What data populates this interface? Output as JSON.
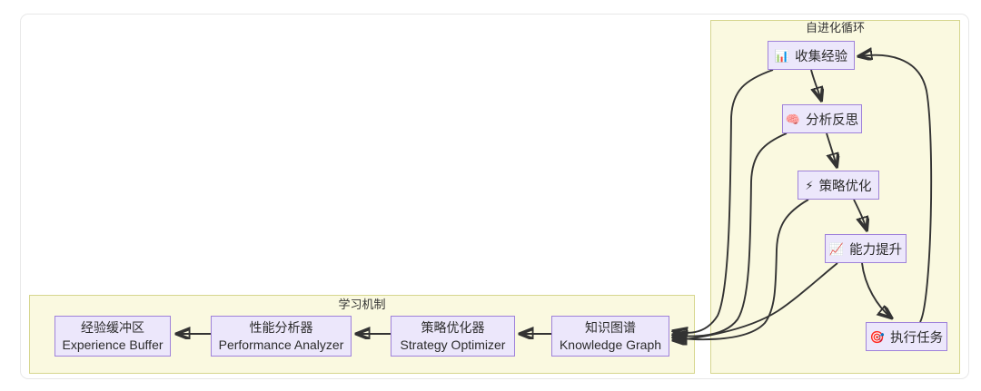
{
  "diagram": {
    "type": "flowchart",
    "title_visible": false,
    "colors": {
      "cluster_fill": "#FAF9E0",
      "cluster_border": "#D6D68E",
      "node_fill": "#ECE7FB",
      "node_border": "#9F82DA",
      "edge": "#333333",
      "frame_border": "#E8E8E8",
      "background": "#FFFFFF"
    }
  },
  "clusters": {
    "evolution": {
      "label": "自进化循环"
    },
    "learning": {
      "label": "学习机制"
    }
  },
  "nodes": {
    "collect": {
      "icon": "bar-chart-icon",
      "glyph": "📊",
      "label": "收集经验"
    },
    "analyze": {
      "icon": "brain-icon",
      "glyph": "🧠",
      "label": "分析反思"
    },
    "optimize": {
      "icon": "lightning-icon",
      "glyph": "⚡",
      "label": "策略优化"
    },
    "improve": {
      "icon": "chart-up-icon",
      "glyph": "📈",
      "label": "能力提升"
    },
    "execute": {
      "icon": "target-icon",
      "glyph": "🎯",
      "label": "执行任务"
    },
    "buffer": {
      "label_zh": "经验缓冲区",
      "label_en": "Experience Buffer"
    },
    "perf": {
      "label_zh": "性能分析器",
      "label_en": "Performance Analyzer"
    },
    "strategy": {
      "label_zh": "策略优化器",
      "label_en": "Strategy Optimizer"
    },
    "kg": {
      "label_zh": "知识图谱",
      "label_en": "Knowledge Graph"
    }
  },
  "edges": [
    {
      "from": "collect",
      "to": "analyze",
      "arrow": "end"
    },
    {
      "from": "analyze",
      "to": "optimize",
      "arrow": "end"
    },
    {
      "from": "optimize",
      "to": "improve",
      "arrow": "end"
    },
    {
      "from": "improve",
      "to": "execute",
      "arrow": "end"
    },
    {
      "from": "execute",
      "to": "collect",
      "arrow": "end"
    },
    {
      "from": "collect",
      "to": "kg",
      "arrow": "end"
    },
    {
      "from": "analyze",
      "to": "kg",
      "arrow": "end"
    },
    {
      "from": "optimize",
      "to": "kg",
      "arrow": "end"
    },
    {
      "from": "improve",
      "to": "kg",
      "arrow": "end"
    },
    {
      "from": "kg",
      "to": "strategy",
      "arrow": "end"
    },
    {
      "from": "strategy",
      "to": "perf",
      "arrow": "end"
    },
    {
      "from": "perf",
      "to": "buffer",
      "arrow": "end"
    }
  ]
}
